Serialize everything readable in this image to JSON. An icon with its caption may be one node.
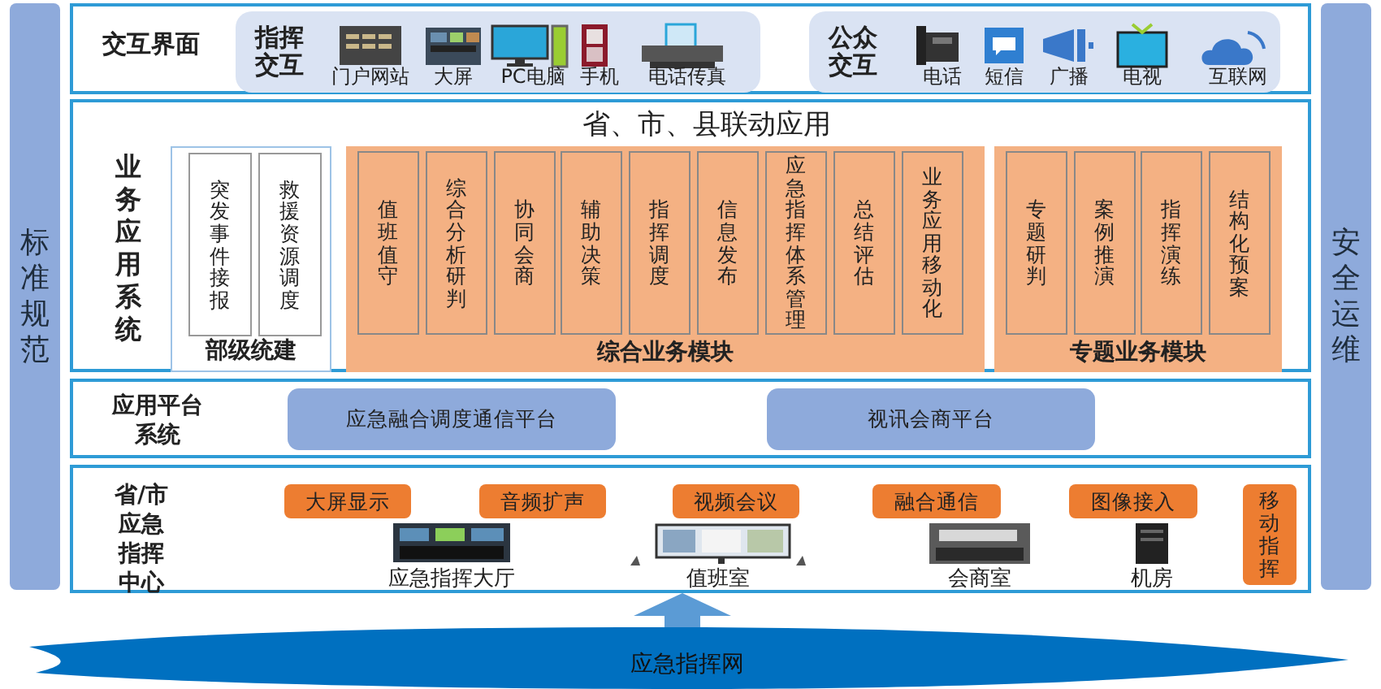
{
  "diagram": {
    "nodes": [
      {
        "text": [
          "标准规范"
        ]
      },
      {
        "text": [
          "安全运维"
        ]
      },
      {
        "text": [
          "交互界面"
        ]
      },
      {
        "text": [
          "指挥交互"
        ],
        "in": 2
      },
      {
        "text": [
          "门户网站"
        ],
        "in": 3
      },
      {
        "text": [
          "大屏"
        ],
        "in": 3
      },
      {
        "text": [
          "PC电脑"
        ],
        "in": 3
      },
      {
        "text": [
          "手机"
        ],
        "in": 3
      },
      {
        "text": [
          "电话传真"
        ],
        "in": 3
      },
      {
        "text": [
          "公众交互"
        ],
        "in": 2
      },
      {
        "text": [
          "电话"
        ],
        "in": 9
      },
      {
        "text": [
          "短信"
        ],
        "in": 9
      },
      {
        "text": [
          "广播"
        ],
        "in": 9
      },
      {
        "text": [
          "电视"
        ],
        "in": 9
      },
      {
        "text": [
          "互联网"
        ],
        "in": 9
      },
      {
        "text": [
          "业务应用系统",
          "省、市、县联动应用"
        ]
      },
      {
        "text": [
          "部级统建"
        ],
        "in": 15
      },
      {
        "text": [
          "突发事件接报"
        ],
        "in": 16
      },
      {
        "text": [
          "救援资源调度"
        ],
        "in": 16
      },
      {
        "text": [
          "综合业务模块"
        ],
        "in": 15
      },
      {
        "text": [
          "值班值守"
        ],
        "in": 19
      },
      {
        "text": [
          "综合分析研判"
        ],
        "in": 19
      },
      {
        "text": [
          "协同会商"
        ],
        "in": 19
      },
      {
        "text": [
          "辅助决策"
        ],
        "in": 19
      },
      {
        "text": [
          "指挥调度"
        ],
        "in": 19
      },
      {
        "text": [
          "信息发布"
        ],
        "in": 19
      },
      {
        "text": [
          "应急指挥体系管理"
        ],
        "in": 19
      },
      {
        "text": [
          "总结评估"
        ],
        "in": 19
      },
      {
        "text": [
          "业务应用移动化"
        ],
        "in": 19
      },
      {
        "text": [
          "专题业务模块"
        ],
        "in": 15
      },
      {
        "text": [
          "专题研判"
        ],
        "in": 29
      },
      {
        "text": [
          "案例推演"
        ],
        "in": 29
      },
      {
        "text": [
          "指挥演练"
        ],
        "in": 29
      },
      {
        "text": [
          "结构化预案"
        ],
        "in": 29
      },
      {
        "text": [
          "应用平台系统"
        ]
      },
      {
        "text": [
          "应急融合调度通信平台"
        ],
        "in": 34
      },
      {
        "text": [
          "视讯会商平台"
        ],
        "in": 34
      },
      {
        "text": [
          "省/市应急指挥中心"
        ]
      },
      {
        "text": [
          "大屏显示"
        ],
        "in": 37
      },
      {
        "text": [
          "音频扩声"
        ],
        "in": 37
      },
      {
        "text": [
          "视频会议"
        ],
        "in": 37
      },
      {
        "text": [
          "融合通信"
        ],
        "in": 37
      },
      {
        "text": [
          "图像接入"
        ],
        "in": 37
      },
      {
        "text": [
          "应急指挥大厅"
        ],
        "in": 37
      },
      {
        "text": [
          "值班室"
        ],
        "in": 37
      },
      {
        "text": [
          "会商室"
        ],
        "in": 37
      },
      {
        "text": [
          "机房"
        ],
        "in": 37
      },
      {
        "text": [
          "移动指挥"
        ],
        "in": 37
      },
      {
        "text": [
          "应急指挥网"
        ]
      }
    ],
    "edges": [
      {
        "from": 48,
        "to": 37,
        "arrow": "to"
      }
    ]
  }
}
